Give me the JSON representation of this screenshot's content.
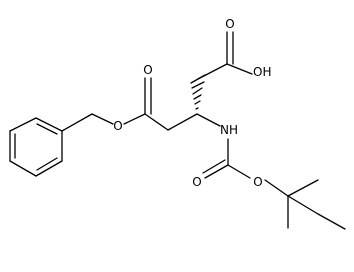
{
  "molecule": {
    "labels": {
      "oh": "OH",
      "nh": "NH",
      "ester_o": "O",
      "ester_carbonyl_o": "O",
      "acid_carbonyl_o": "O",
      "boc_carbonyl_o": "O",
      "boc_ether_o": "O"
    },
    "colors": {
      "ink": "#000000",
      "background": "#ffffff"
    }
  }
}
